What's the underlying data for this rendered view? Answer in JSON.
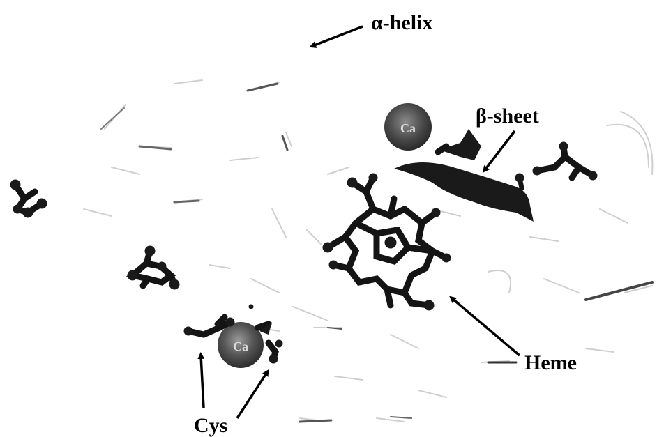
{
  "labels": {
    "alpha_helix": "α-helix",
    "beta_sheet": "β-sheet",
    "heme": "Heme",
    "cys": "Cys",
    "ca_upper": "Ca",
    "ca_lower": "Ca"
  }
}
